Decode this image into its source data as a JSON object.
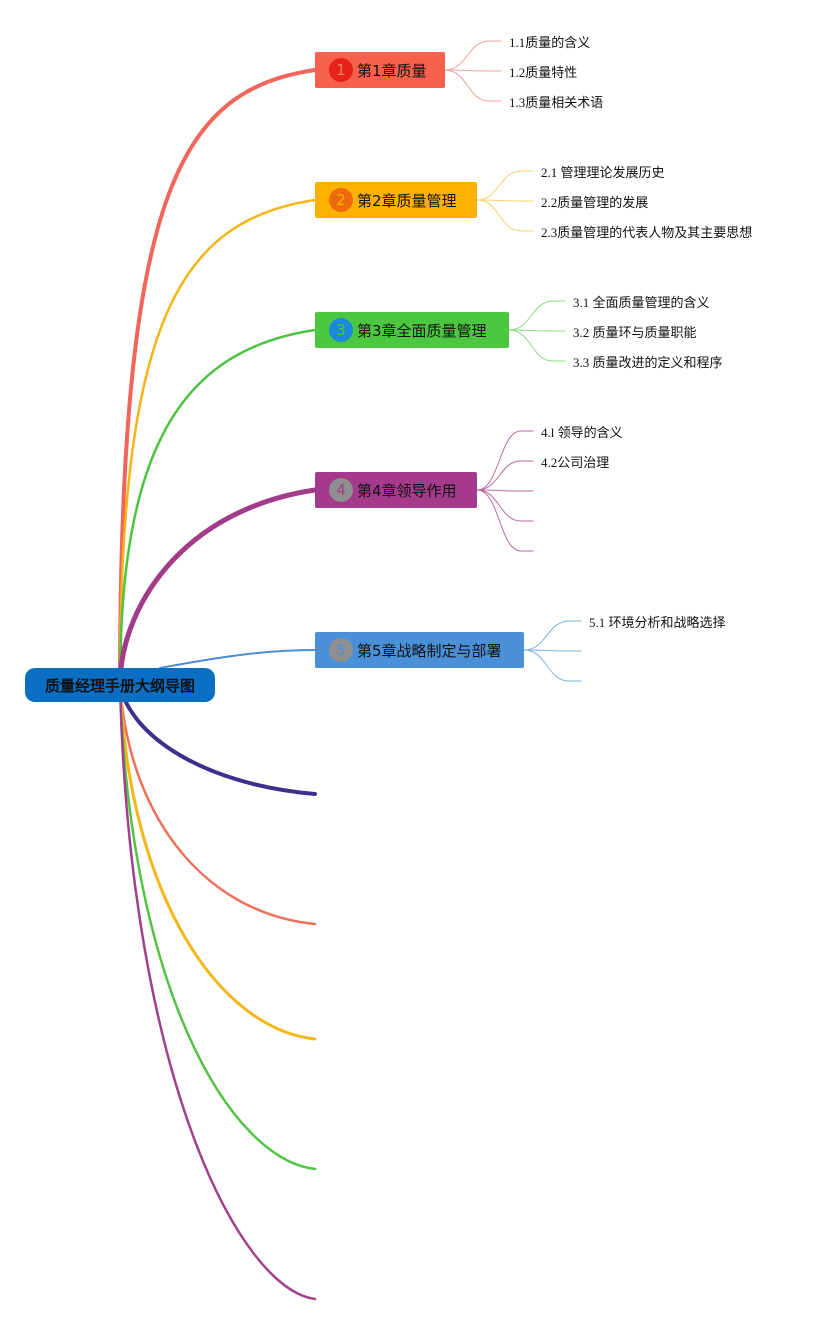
{
  "root": {
    "title": "质量经理手册大纲导图",
    "color": "#0a6fc2"
  },
  "chapters": [
    {
      "num": "1",
      "label": "第1章质量",
      "box_color": "#f6604c",
      "badge_color": "#e5231b",
      "badge_text_color": "#ff7a5c",
      "branch_color": "#f1665a",
      "leaf_line_color": "#f3a19a",
      "topics": [
        "1.1质量的含义",
        "1.2质量特性",
        "1.3质量相关术语"
      ]
    },
    {
      "num": "2",
      "label": "第2章质量管理",
      "box_color": "#fdb000",
      "badge_color": "#ef6a0a",
      "badge_text_color": "#fdb000",
      "branch_color": "#f5b516",
      "leaf_line_color": "#f6d36a",
      "topics": [
        "2.1 管理理论发展历史",
        "2.2质量管理的发展",
        "2.3质量管理的代表人物及其主要思想"
      ]
    },
    {
      "num": "3",
      "label": "第3章全面质量管理",
      "box_color": "#4cc840",
      "badge_color": "#1a8ad9",
      "badge_text_color": "#4cc840",
      "branch_color": "#4dc441",
      "leaf_line_color": "#8ed886",
      "topics": [
        "3.1 全面质量管理的含义",
        "3.2 质量环与质量职能",
        "3.3 质量改进的定义和程序"
      ]
    },
    {
      "num": "4",
      "label": "第4章领导作用",
      "box_color": "#a5398c",
      "badge_color": "#8f8f8f",
      "badge_text_color": "#a5398c",
      "branch_color": "#a23b8a",
      "leaf_line_color": "#b86aa6",
      "topics": [
        "4.l 领导的含义",
        "4.2公司治理",
        "",
        "",
        ""
      ]
    },
    {
      "num": "5",
      "label": "第5章战略制定与部署",
      "box_color": "#4a90d9",
      "badge_color": "#8f8f8f",
      "badge_text_color": "#4a90d9",
      "branch_color": "#4a8fd4",
      "leaf_line_color": "#7fb1e3",
      "topics": [
        "5.1 环境分析和战略选择",
        "",
        ""
      ]
    }
  ],
  "empty_branches": [
    {
      "color": "#3f2e8c"
    },
    {
      "color": "#f0705c"
    },
    {
      "color": "#f6b518"
    },
    {
      "color": "#51c443"
    },
    {
      "color": "#a0418c"
    }
  ]
}
